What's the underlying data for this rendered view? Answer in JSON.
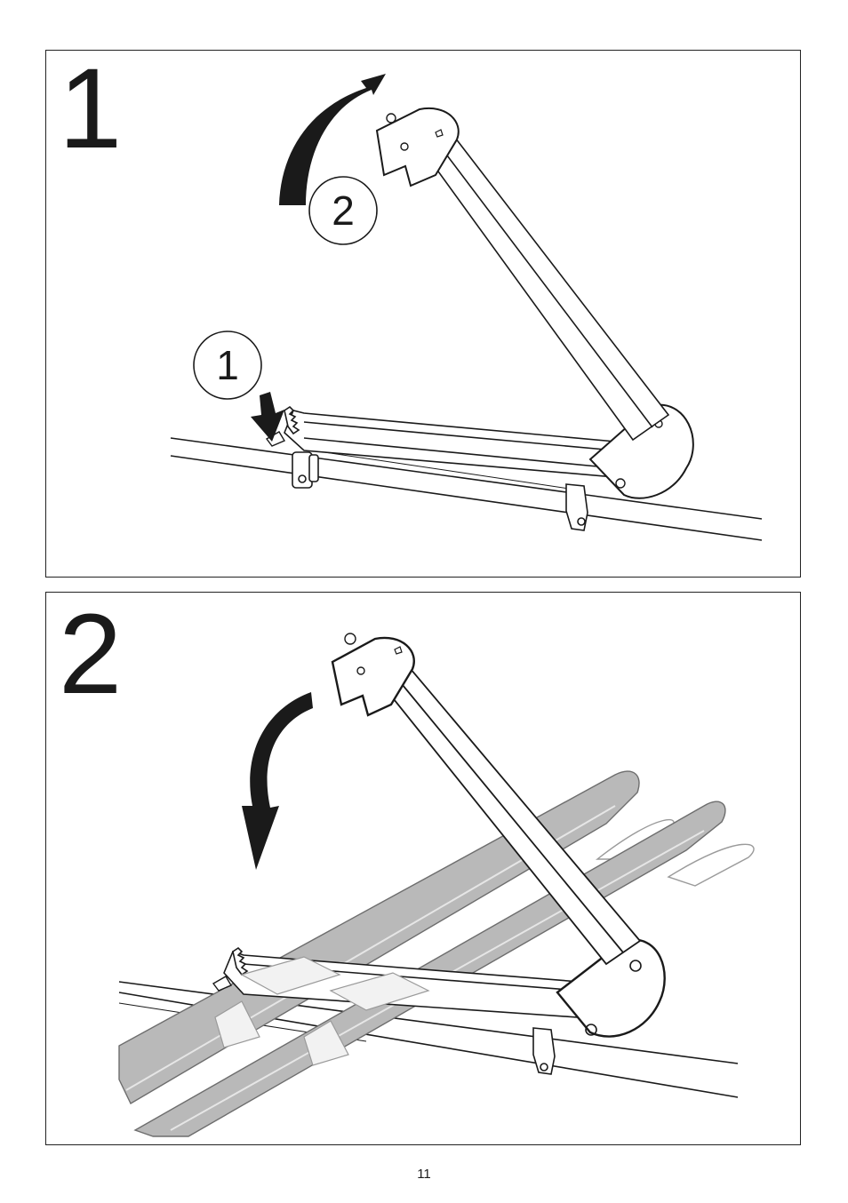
{
  "steps": [
    {
      "number": "1",
      "callouts": [
        "1",
        "2"
      ]
    },
    {
      "number": "2"
    }
  ],
  "page_number": "11"
}
